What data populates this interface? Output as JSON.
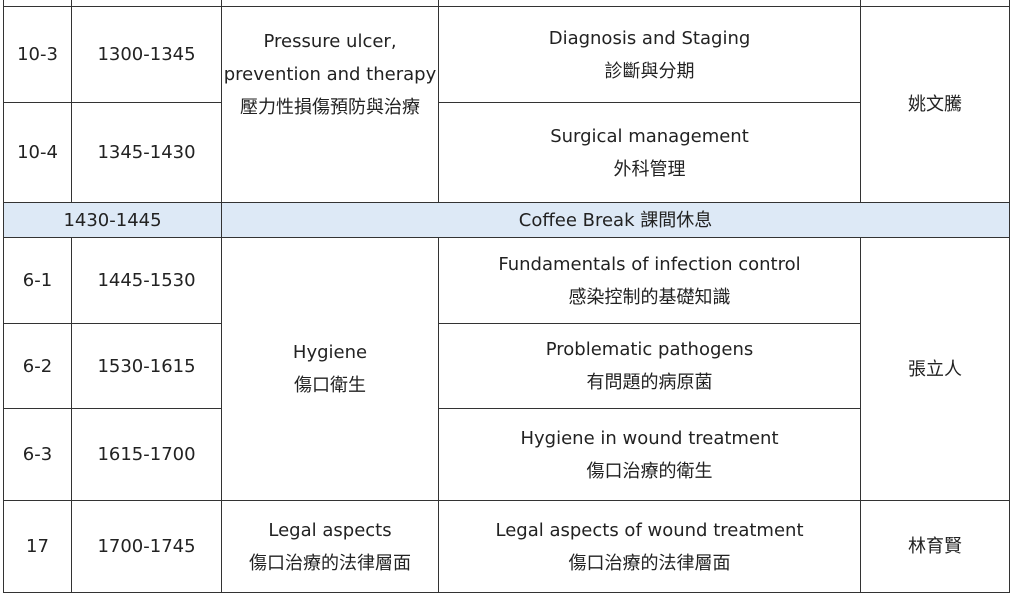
{
  "rows": [
    {
      "code": "10-3",
      "time": "1300-1345",
      "topic_en": "Diagnosis and Staging",
      "topic_zh": "診斷與分期"
    },
    {
      "code": "10-4",
      "time": "1345-1430",
      "topic_en": "Surgical management",
      "topic_zh": "外科管理"
    },
    {
      "code": "6-1",
      "time": "1445-1530",
      "topic_en": "Fundamentals of infection control",
      "topic_zh": "感染控制的基礎知識"
    },
    {
      "code": "6-2",
      "time": "1530-1615",
      "topic_en": "Problematic pathogens",
      "topic_zh": "有問題的病原菌"
    },
    {
      "code": "6-3",
      "time": "1615-1700",
      "topic_en": "Hygiene in wound treatment",
      "topic_zh": "傷口治療的衛生"
    },
    {
      "code": "17",
      "time": "1700-1745",
      "topic_en": "Legal aspects of wound treatment",
      "topic_zh": "傷口治療的法律層面"
    }
  ],
  "modules": [
    {
      "title_en_1": "Pressure ulcer,",
      "title_en_2": "prevention and therapy",
      "title_zh": "壓力性損傷預防與治療"
    },
    {
      "title_en": "Hygiene",
      "title_zh": "傷口衛生"
    },
    {
      "title_en": "Legal aspects",
      "title_zh": "傷口治療的法律層面"
    }
  ],
  "speakers": [
    "姚文騰",
    "張立人",
    "林育賢"
  ],
  "break": {
    "time": "1430-1445",
    "label": "Coffee Break 課間休息"
  }
}
